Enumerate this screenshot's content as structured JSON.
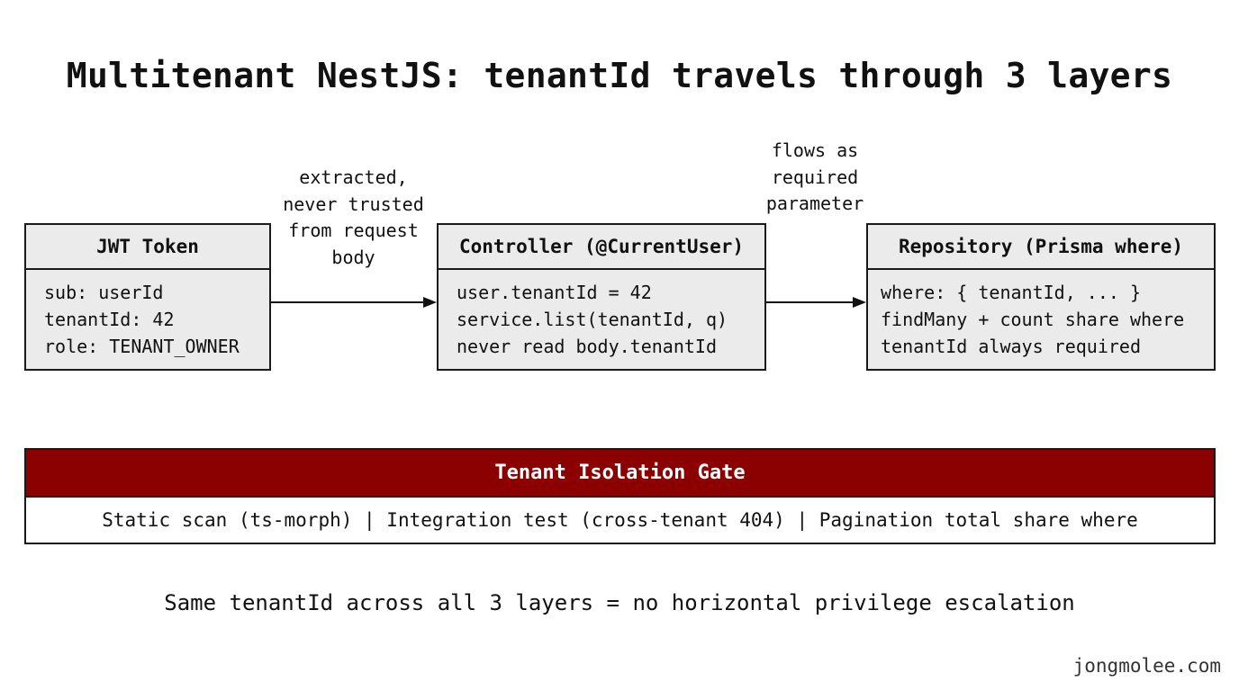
{
  "title": "Multitenant NestJS: tenantId travels through 3 layers",
  "nodes": {
    "jwt": {
      "header": "JWT Token",
      "lines": [
        "sub: userId",
        "tenantId: 42",
        "role: TENANT_OWNER"
      ]
    },
    "controller": {
      "header": "Controller (@CurrentUser)",
      "lines": [
        "user.tenantId = 42",
        "service.list(tenantId, q)",
        "never read body.tenantId"
      ]
    },
    "repository": {
      "header": "Repository (Prisma where)",
      "lines": [
        "where: { tenantId, ... }",
        "findMany + count share where",
        "tenantId always required"
      ]
    }
  },
  "edges": [
    {
      "from": "jwt",
      "to": "controller",
      "label_lines": [
        "extracted,",
        "never trusted",
        "from request",
        "body"
      ]
    },
    {
      "from": "controller",
      "to": "repository",
      "label_lines": [
        "flows as",
        "required",
        "parameter"
      ]
    }
  ],
  "gate": {
    "header": "Tenant Isolation Gate",
    "body": "Static scan (ts-morph) | Integration test (cross-tenant 404) | Pagination total share where"
  },
  "conclusion": "Same tenantId across all 3 layers = no horizontal privilege escalation",
  "watermark": "jongmolee.com",
  "colors": {
    "gate_header_bg": "#8b0000",
    "box_bg": "#ebebeb",
    "border": "#1a1a1a"
  }
}
